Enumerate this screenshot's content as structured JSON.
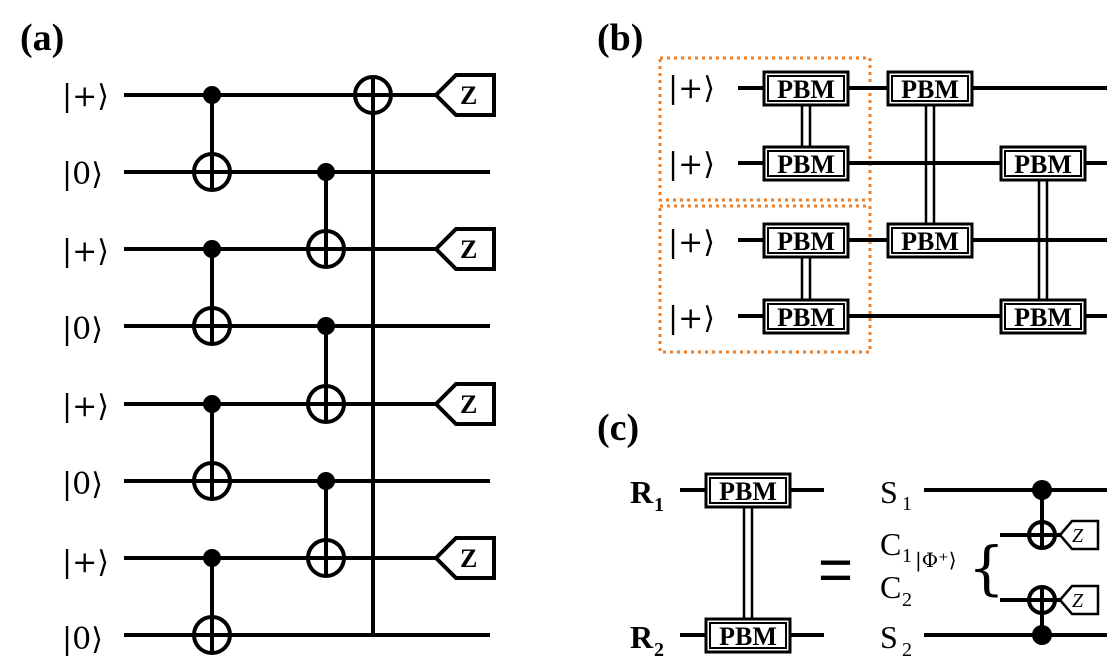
{
  "panels": {
    "a": {
      "label": "(a)"
    },
    "b": {
      "label": "(b)"
    },
    "c": {
      "label": "(c)"
    }
  },
  "a_circuit": {
    "kets": [
      "|+⟩",
      "|0⟩",
      "|+⟩",
      "|0⟩",
      "|+⟩",
      "|0⟩",
      "|+⟩",
      "|0⟩"
    ],
    "measure_label": "Z"
  },
  "b_circuit": {
    "kets": [
      "|+⟩",
      "|+⟩",
      "|+⟩",
      "|+⟩"
    ],
    "gate_label": "PBM",
    "group_box_color": "#f07f27"
  },
  "c_circuit": {
    "left_registers": [
      {
        "name": "R",
        "sub": "1"
      },
      {
        "name": "R",
        "sub": "2"
      }
    ],
    "gate_label": "PBM",
    "equals": "=",
    "right_lines": [
      {
        "name": "S",
        "sub": "1"
      },
      {
        "name": "C",
        "sub": "1"
      },
      {
        "name": "C",
        "sub": "2"
      },
      {
        "name": "S",
        "sub": "2"
      }
    ],
    "bell_state": "|Φ⁺⟩",
    "brace": "{",
    "measure_label": "Z"
  }
}
